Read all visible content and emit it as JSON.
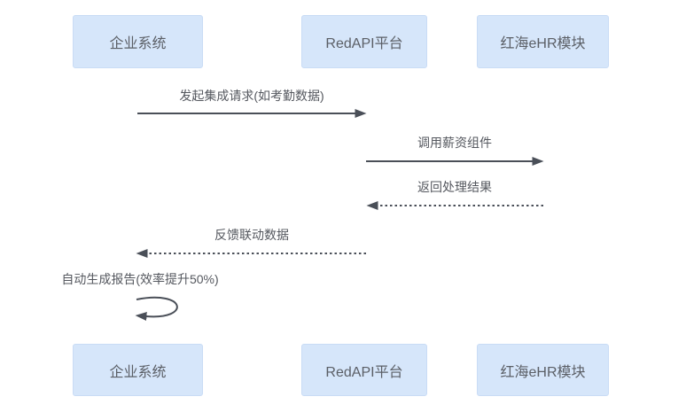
{
  "diagram": {
    "type": "sequence-diagram",
    "colors": {
      "background": "#ffffff",
      "actor_fill": "#d6e6fa",
      "actor_border": "#c9dcf5",
      "actor_text": "#5b5f66",
      "arrow_line": "#4a4f58",
      "message_text": "#55585f"
    },
    "actors": [
      {
        "id": "enterprise-system",
        "label": "企业系统"
      },
      {
        "id": "redapi-platform",
        "label": "RedAPI平台"
      },
      {
        "id": "redsea-ehr-module",
        "label": "红海eHR模块"
      }
    ],
    "messages": [
      {
        "from": "企业系统",
        "to": "RedAPI平台",
        "label": "发起集成请求(如考勤数据)",
        "style": "solid",
        "direction": "right"
      },
      {
        "from": "RedAPI平台",
        "to": "红海eHR模块",
        "label": "调用薪资组件",
        "style": "solid",
        "direction": "right"
      },
      {
        "from": "红海eHR模块",
        "to": "RedAPI平台",
        "label": "返回处理结果",
        "style": "dotted",
        "direction": "left"
      },
      {
        "from": "RedAPI平台",
        "to": "企业系统",
        "label": "反馈联动数据",
        "style": "dotted",
        "direction": "left"
      },
      {
        "from": "企业系统",
        "to": "企业系统",
        "label": "自动生成报告(效率提升50%)",
        "style": "solid",
        "direction": "self-loop"
      }
    ]
  }
}
